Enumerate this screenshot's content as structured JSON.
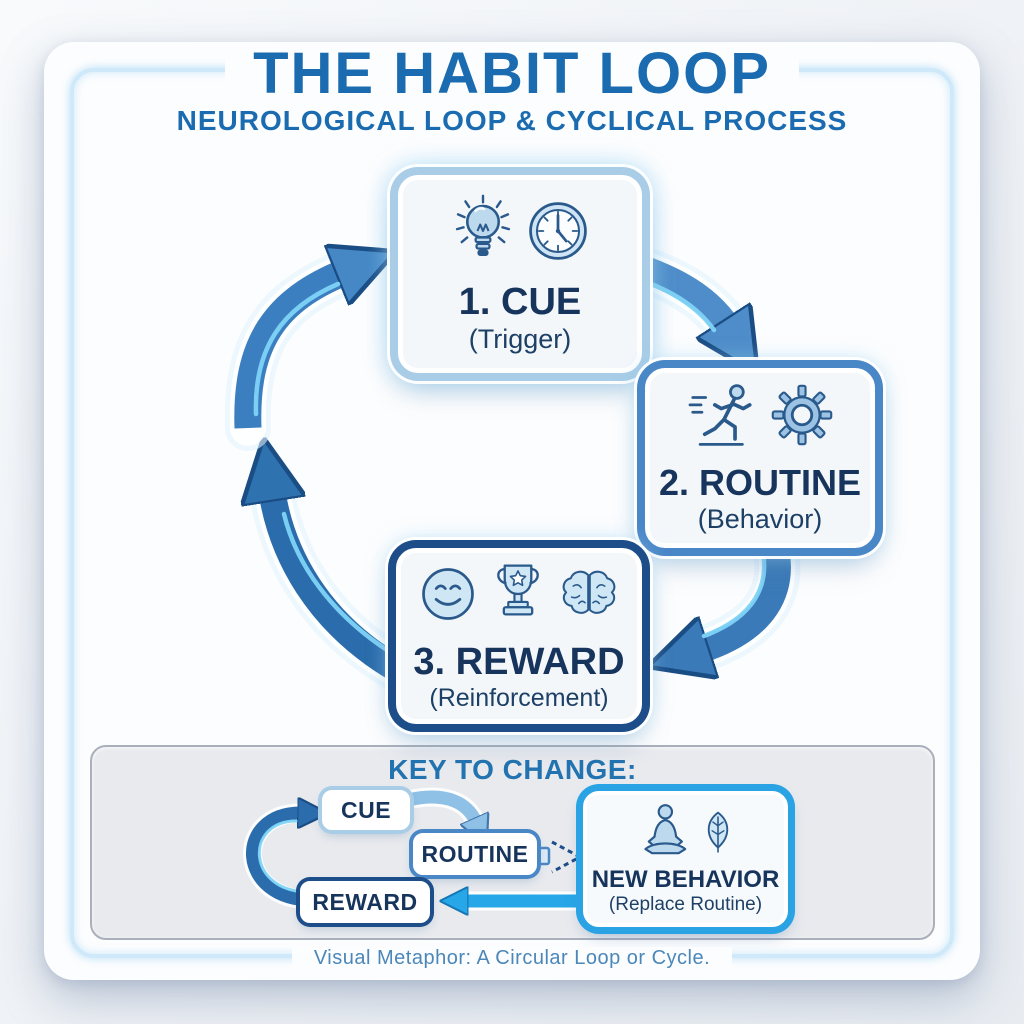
{
  "title": "THE HABIT LOOP",
  "subtitle": "NEUROLOGICAL LOOP & CYCLICAL PROCESS",
  "loop": {
    "steps": [
      {
        "label": "1. CUE",
        "sublabel": "(Trigger)",
        "icons": [
          "lightbulb-icon",
          "clock-icon"
        ]
      },
      {
        "label": "2. ROUTINE",
        "sublabel": "(Behavior)",
        "icons": [
          "runner-icon",
          "gear-icon"
        ]
      },
      {
        "label": "3. REWARD",
        "sublabel": "(Reinforcement)",
        "icons": [
          "smiley-icon",
          "trophy-icon",
          "brain-icon"
        ]
      }
    ]
  },
  "key_panel": {
    "heading": "KEY TO CHANGE:",
    "mini_loop": {
      "cue_label": "CUE",
      "routine_label": "ROUTINE",
      "reward_label": "REWARD"
    },
    "new_behavior": {
      "label": "NEW BEHAVIOR",
      "sublabel": "(Replace Routine)",
      "icons": [
        "meditation-icon",
        "leaf-icon"
      ]
    }
  },
  "footer": "Visual Metaphor: A Circular Loop or Cycle.",
  "colors": {
    "title_blue": "#1a6bb0",
    "text_navy": "#17345c",
    "cue_border": "#a9cde6",
    "routine_border": "#4a87c7",
    "reward_border": "#1d4e89",
    "new_behavior_border": "#29a3e3",
    "arrow_dark": "#2b6cac",
    "arrow_medium": "#4688c6",
    "arrow_light": "#8fc0e6",
    "arrow_cyan": "#27a7e8",
    "panel_bg": "#e8eaee",
    "card_bg": "#fcfdfe",
    "icon_stroke": "#2a5a8c",
    "icon_fill": "#bcd9ee"
  }
}
